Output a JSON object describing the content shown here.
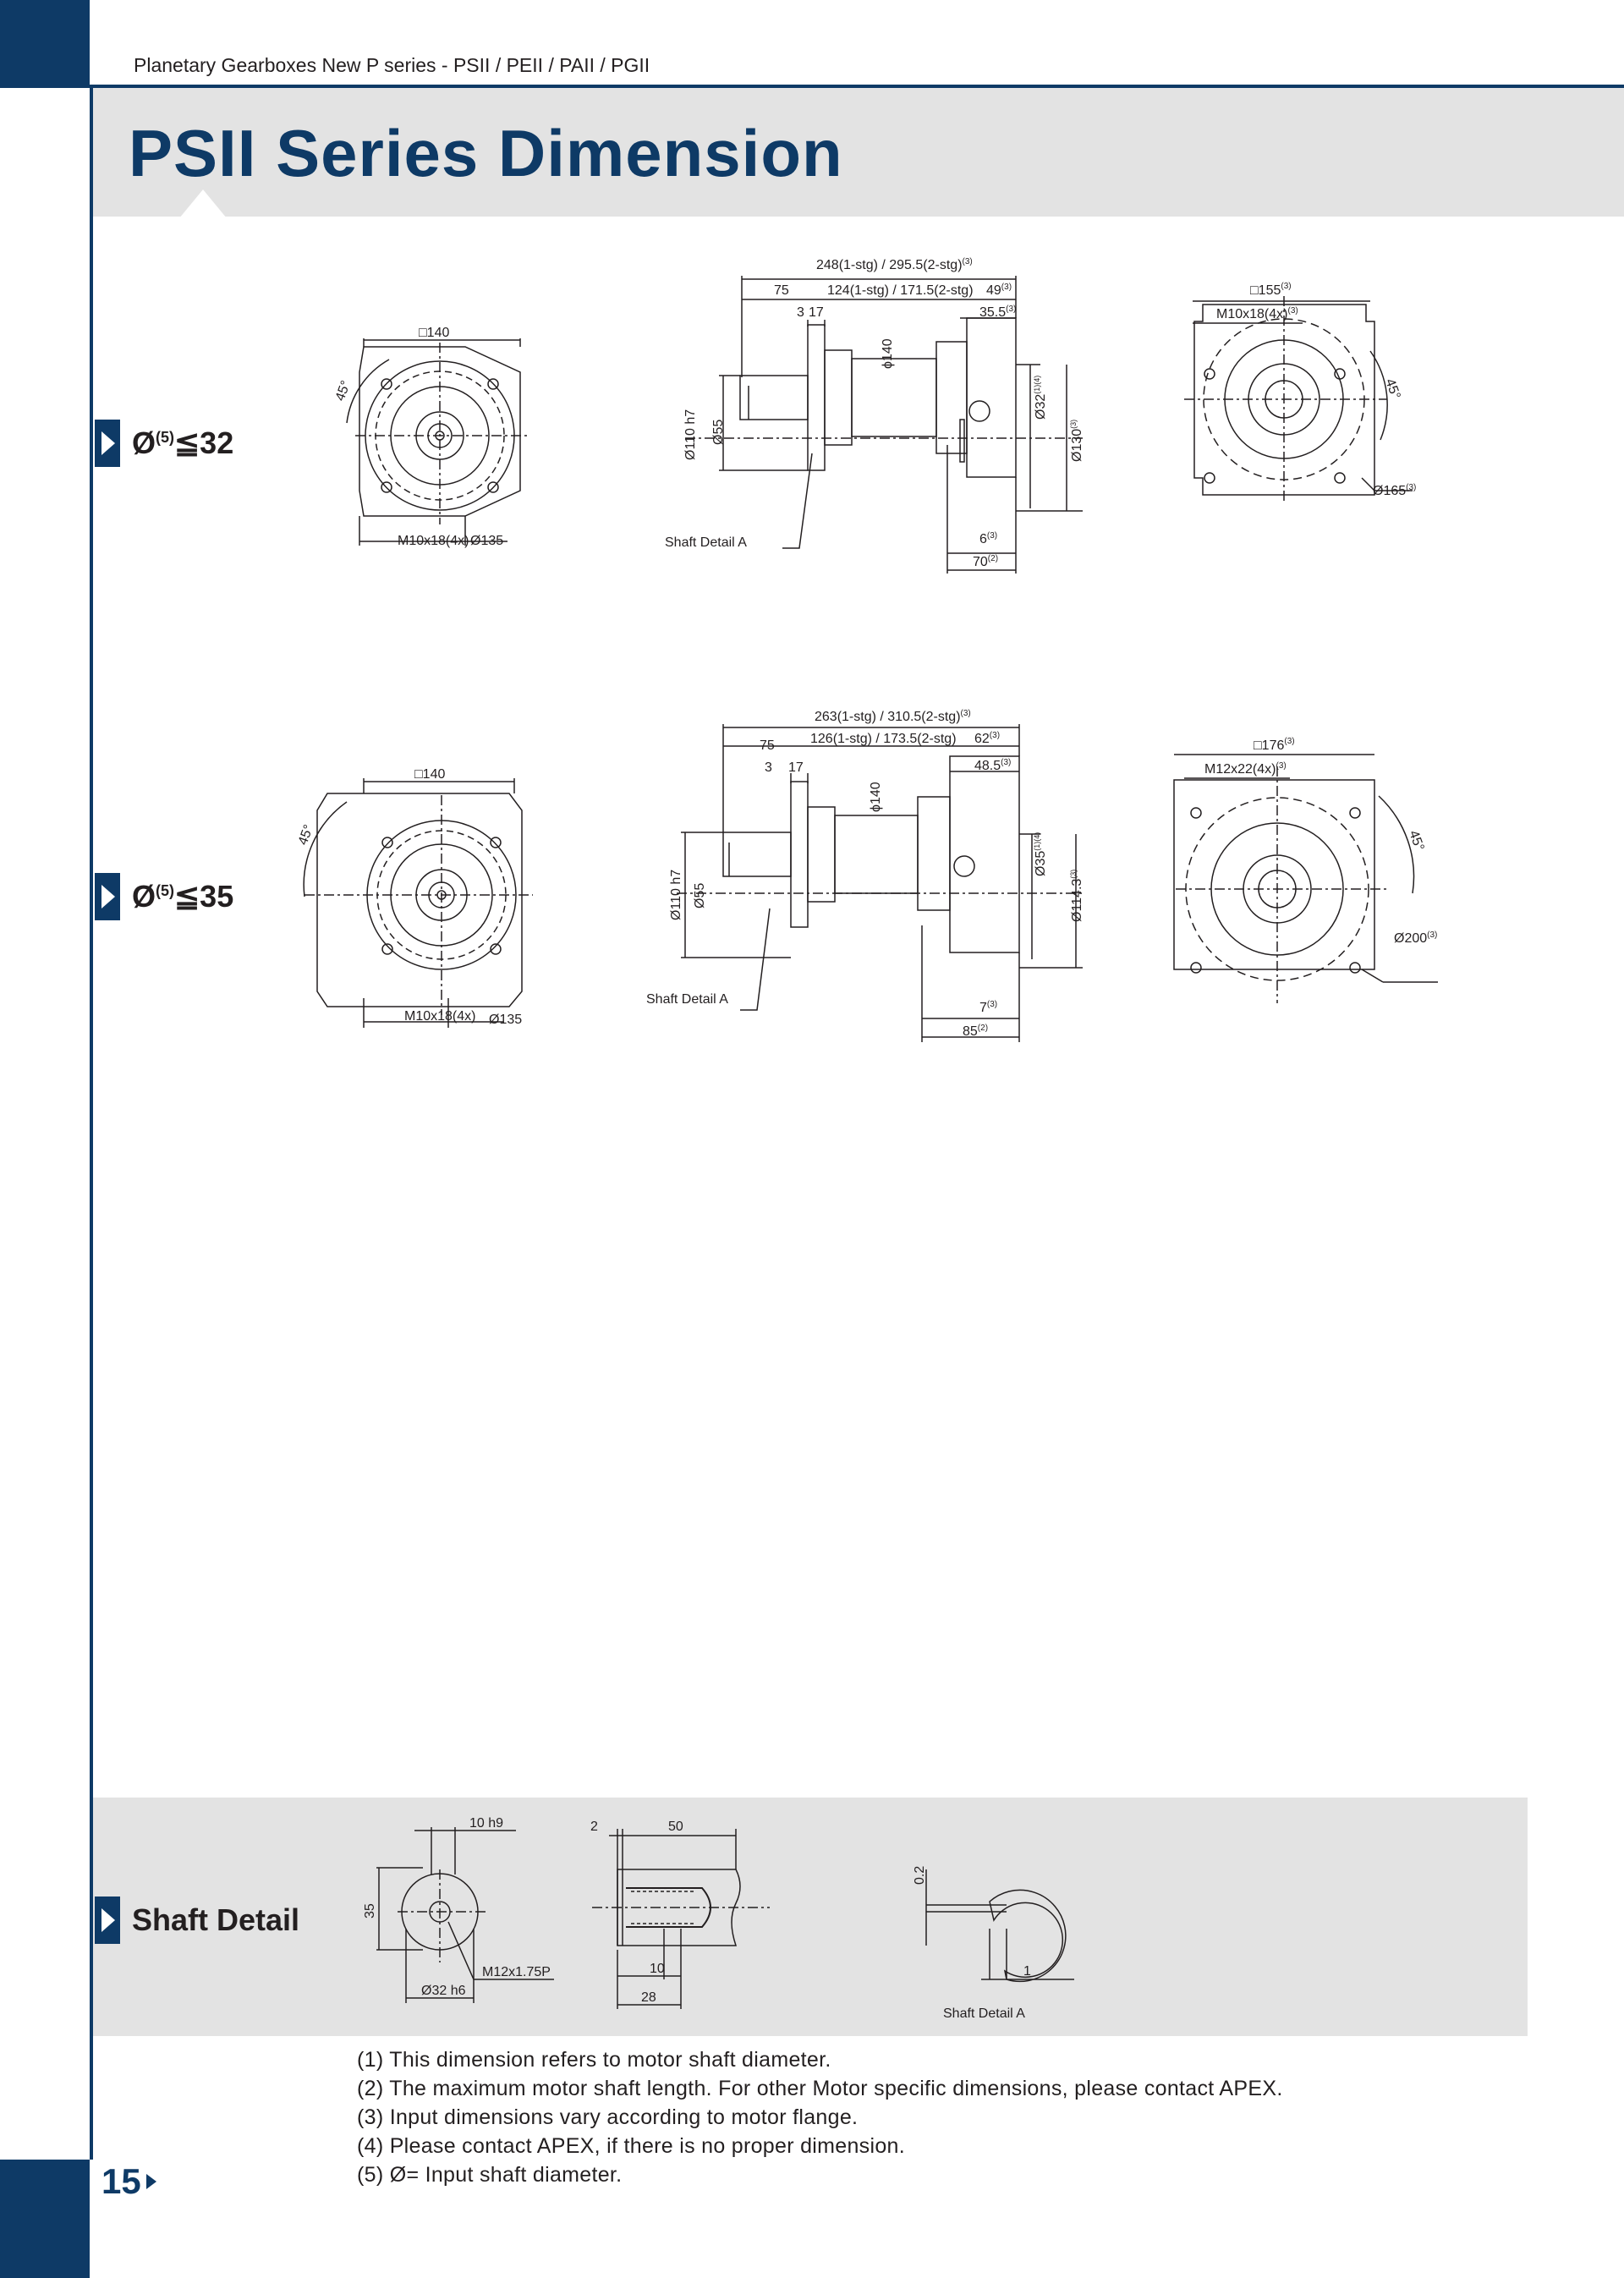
{
  "header": {
    "series_title": "Planetary Gearboxes New P series - PSII / PEII / PAII / PGII"
  },
  "page_title": "PSII Series Dimension",
  "sections": [
    {
      "label_prefix": "Ø",
      "label_sup": "(5)",
      "label_suffix": "≦32",
      "front_view": {
        "square": "□140",
        "angle": "45°",
        "bolt": "M10x18(4x)",
        "pcd": "Ø135"
      },
      "side_view": {
        "overall": "248(1-stg) / 295.5(2-stg)",
        "overall_sup": "(3)",
        "body": "124(1-stg) / 171.5(2-stg)",
        "shaft_len": "75",
        "flange_a": "3",
        "flange_b": "17",
        "motor_a": "49",
        "motor_a_sup": "(3)",
        "motor_b": "35.5",
        "motor_b_sup": "(3)",
        "housing_dia": "ϕ140",
        "pilot": "Ø110 h7",
        "shaft_dia": "Ø55",
        "bore": "Ø32",
        "bore_sup": "(1)(4)",
        "motor_pilot": "Ø130",
        "motor_pilot_sup": "(3)",
        "spigot": "6",
        "spigot_sup": "(3)",
        "motor_len": "70",
        "motor_len_sup": "(2)",
        "shaft_detail": "Shaft Detail  A"
      },
      "rear_view": {
        "square": "□155",
        "square_sup": "(3)",
        "bolt": "M10x18(4x)",
        "bolt_sup": "(3)",
        "angle": "45°",
        "pcd": "Ø165",
        "pcd_sup": "(3)"
      }
    },
    {
      "label_prefix": "Ø",
      "label_sup": "(5)",
      "label_suffix": "≦35",
      "front_view": {
        "square": "□140",
        "angle": "45°",
        "bolt": "M10x18(4x)",
        "pcd": "Ø135"
      },
      "side_view": {
        "overall": "263(1-stg) / 310.5(2-stg)",
        "overall_sup": "(3)",
        "body": "126(1-stg) / 173.5(2-stg)",
        "shaft_len": "75",
        "flange_a": "3",
        "flange_b": "17",
        "motor_a": "62",
        "motor_a_sup": "(3)",
        "motor_b": "48.5",
        "motor_b_sup": "(3)",
        "housing_dia": "ϕ140",
        "pilot": "Ø110 h7",
        "shaft_dia": "Ø55",
        "bore": "Ø35",
        "bore_sup": "(1)(4)",
        "motor_pilot": "Ø114.3",
        "motor_pilot_sup": "(3)",
        "spigot": "7",
        "spigot_sup": "(3)",
        "motor_len": "85",
        "motor_len_sup": "(2)",
        "shaft_detail": "Shaft Detail  A"
      },
      "rear_view": {
        "square": "□176",
        "square_sup": "(3)",
        "bolt": "M12x22(4x)",
        "bolt_sup": "(3)",
        "angle": "45°",
        "pcd": "Ø200",
        "pcd_sup": "(3)"
      }
    }
  ],
  "shaft_detail": {
    "label": "Shaft Detail",
    "end_view": {
      "key": "10 h9",
      "height": "35",
      "thread": "M12x1.75P",
      "dia": "Ø32 h6"
    },
    "side_section": {
      "a": "2",
      "b": "50",
      "c": "10",
      "d": "28"
    },
    "detail_a": {
      "gap": "0.2",
      "len": "1",
      "caption": "Shaft  Detail  A"
    }
  },
  "notes": [
    "(1) This dimension refers to motor shaft diameter.",
    "(2) The maximum motor shaft length. For other Motor specific dimensions, please contact APEX.",
    "(3) Input dimensions vary according to motor flange.",
    "(4) Please contact APEX, if there is no proper dimension.",
    "(5) Ø= Input shaft diameter."
  ],
  "page_number": "15",
  "colors": {
    "brand_blue": "#0e3a66",
    "band_gray": "#e3e3e3",
    "ink": "#231f20"
  }
}
